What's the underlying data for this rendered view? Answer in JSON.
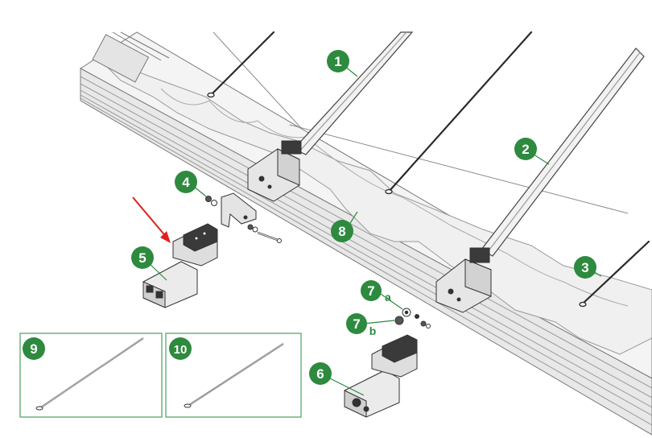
{
  "colors": {
    "callout_fill": "#2d8a3e",
    "leader_line": "#2d8a3e",
    "sub_label": "#2d8a3e",
    "inset_border": "#4aa05a",
    "arrow": "#e02020",
    "part_line": "#333333",
    "part_fill": "#e9e9e9",
    "part_dark": "#3a3a3a"
  },
  "callouts": [
    {
      "id": "callout-1",
      "label": "1",
      "part": "arm-bar"
    },
    {
      "id": "callout-2",
      "label": "2",
      "part": "arm-bar"
    },
    {
      "id": "callout-3",
      "label": "3",
      "part": "tension-rod"
    },
    {
      "id": "callout-4",
      "label": "4",
      "part": "screw-nut-set"
    },
    {
      "id": "callout-5",
      "label": "5",
      "part": "left-hinge-bracket"
    },
    {
      "id": "callout-6",
      "label": "6",
      "part": "right-hinge-bracket"
    },
    {
      "id": "callout-7a",
      "label": "7",
      "sub": "a",
      "part": "washer"
    },
    {
      "id": "callout-7b",
      "label": "7",
      "sub": "b",
      "part": "spacer"
    },
    {
      "id": "callout-8",
      "label": "8",
      "part": "valance-panel"
    },
    {
      "id": "callout-9",
      "label": "9",
      "part": "spare-rod"
    },
    {
      "id": "callout-10",
      "label": "10",
      "part": "spare-rod"
    }
  ],
  "indicator": {
    "icon": "red-arrow-icon",
    "points_to": "left-hinge-bracket"
  }
}
